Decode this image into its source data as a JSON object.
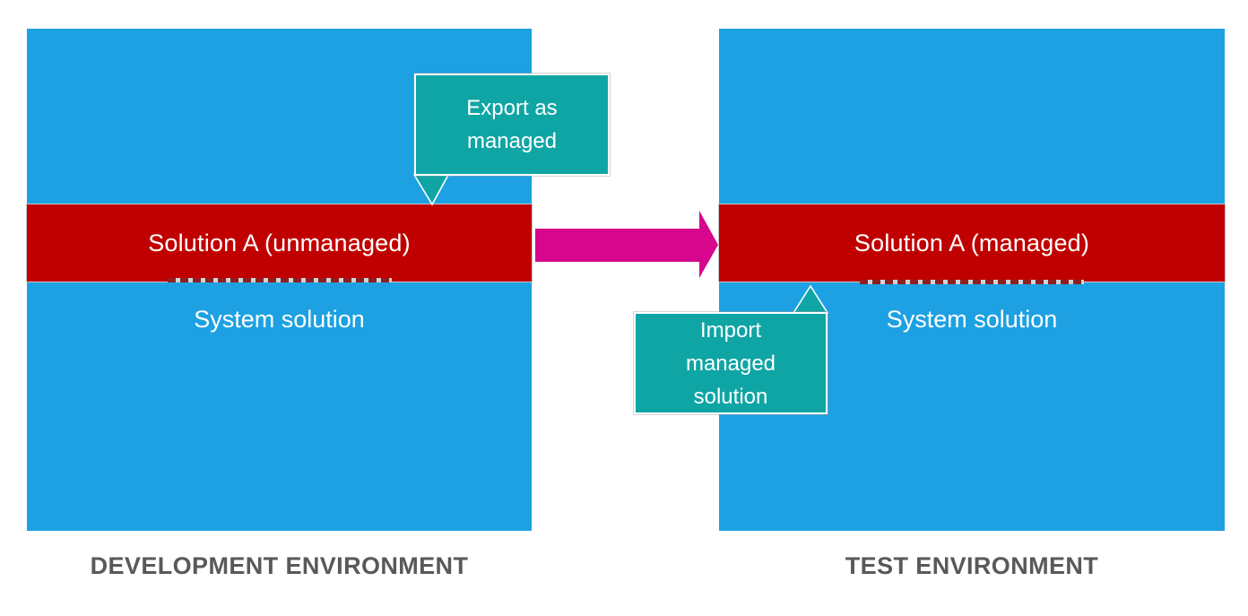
{
  "environments": [
    {
      "label": "DEVELOPMENT ENVIRONMENT",
      "solution_band": "Solution A (unmanaged)",
      "system_layer": "System solution"
    },
    {
      "label": "TEST ENVIRONMENT",
      "solution_band": "Solution A (managed)",
      "system_layer": "System solution"
    }
  ],
  "callouts": {
    "export": {
      "lines": [
        "Export as",
        "managed"
      ]
    },
    "import": {
      "lines": [
        "Import",
        "managed",
        "solution"
      ]
    }
  },
  "icons": {
    "arrow": "right-arrow-icon"
  },
  "colors": {
    "environment_fill": "#1da1e2",
    "solution_fill": "#c00000",
    "callout_fill": "#10a5a5",
    "arrow_fill": "#d6078c",
    "env_label_color": "#595959",
    "text_color": "#ffffff"
  }
}
